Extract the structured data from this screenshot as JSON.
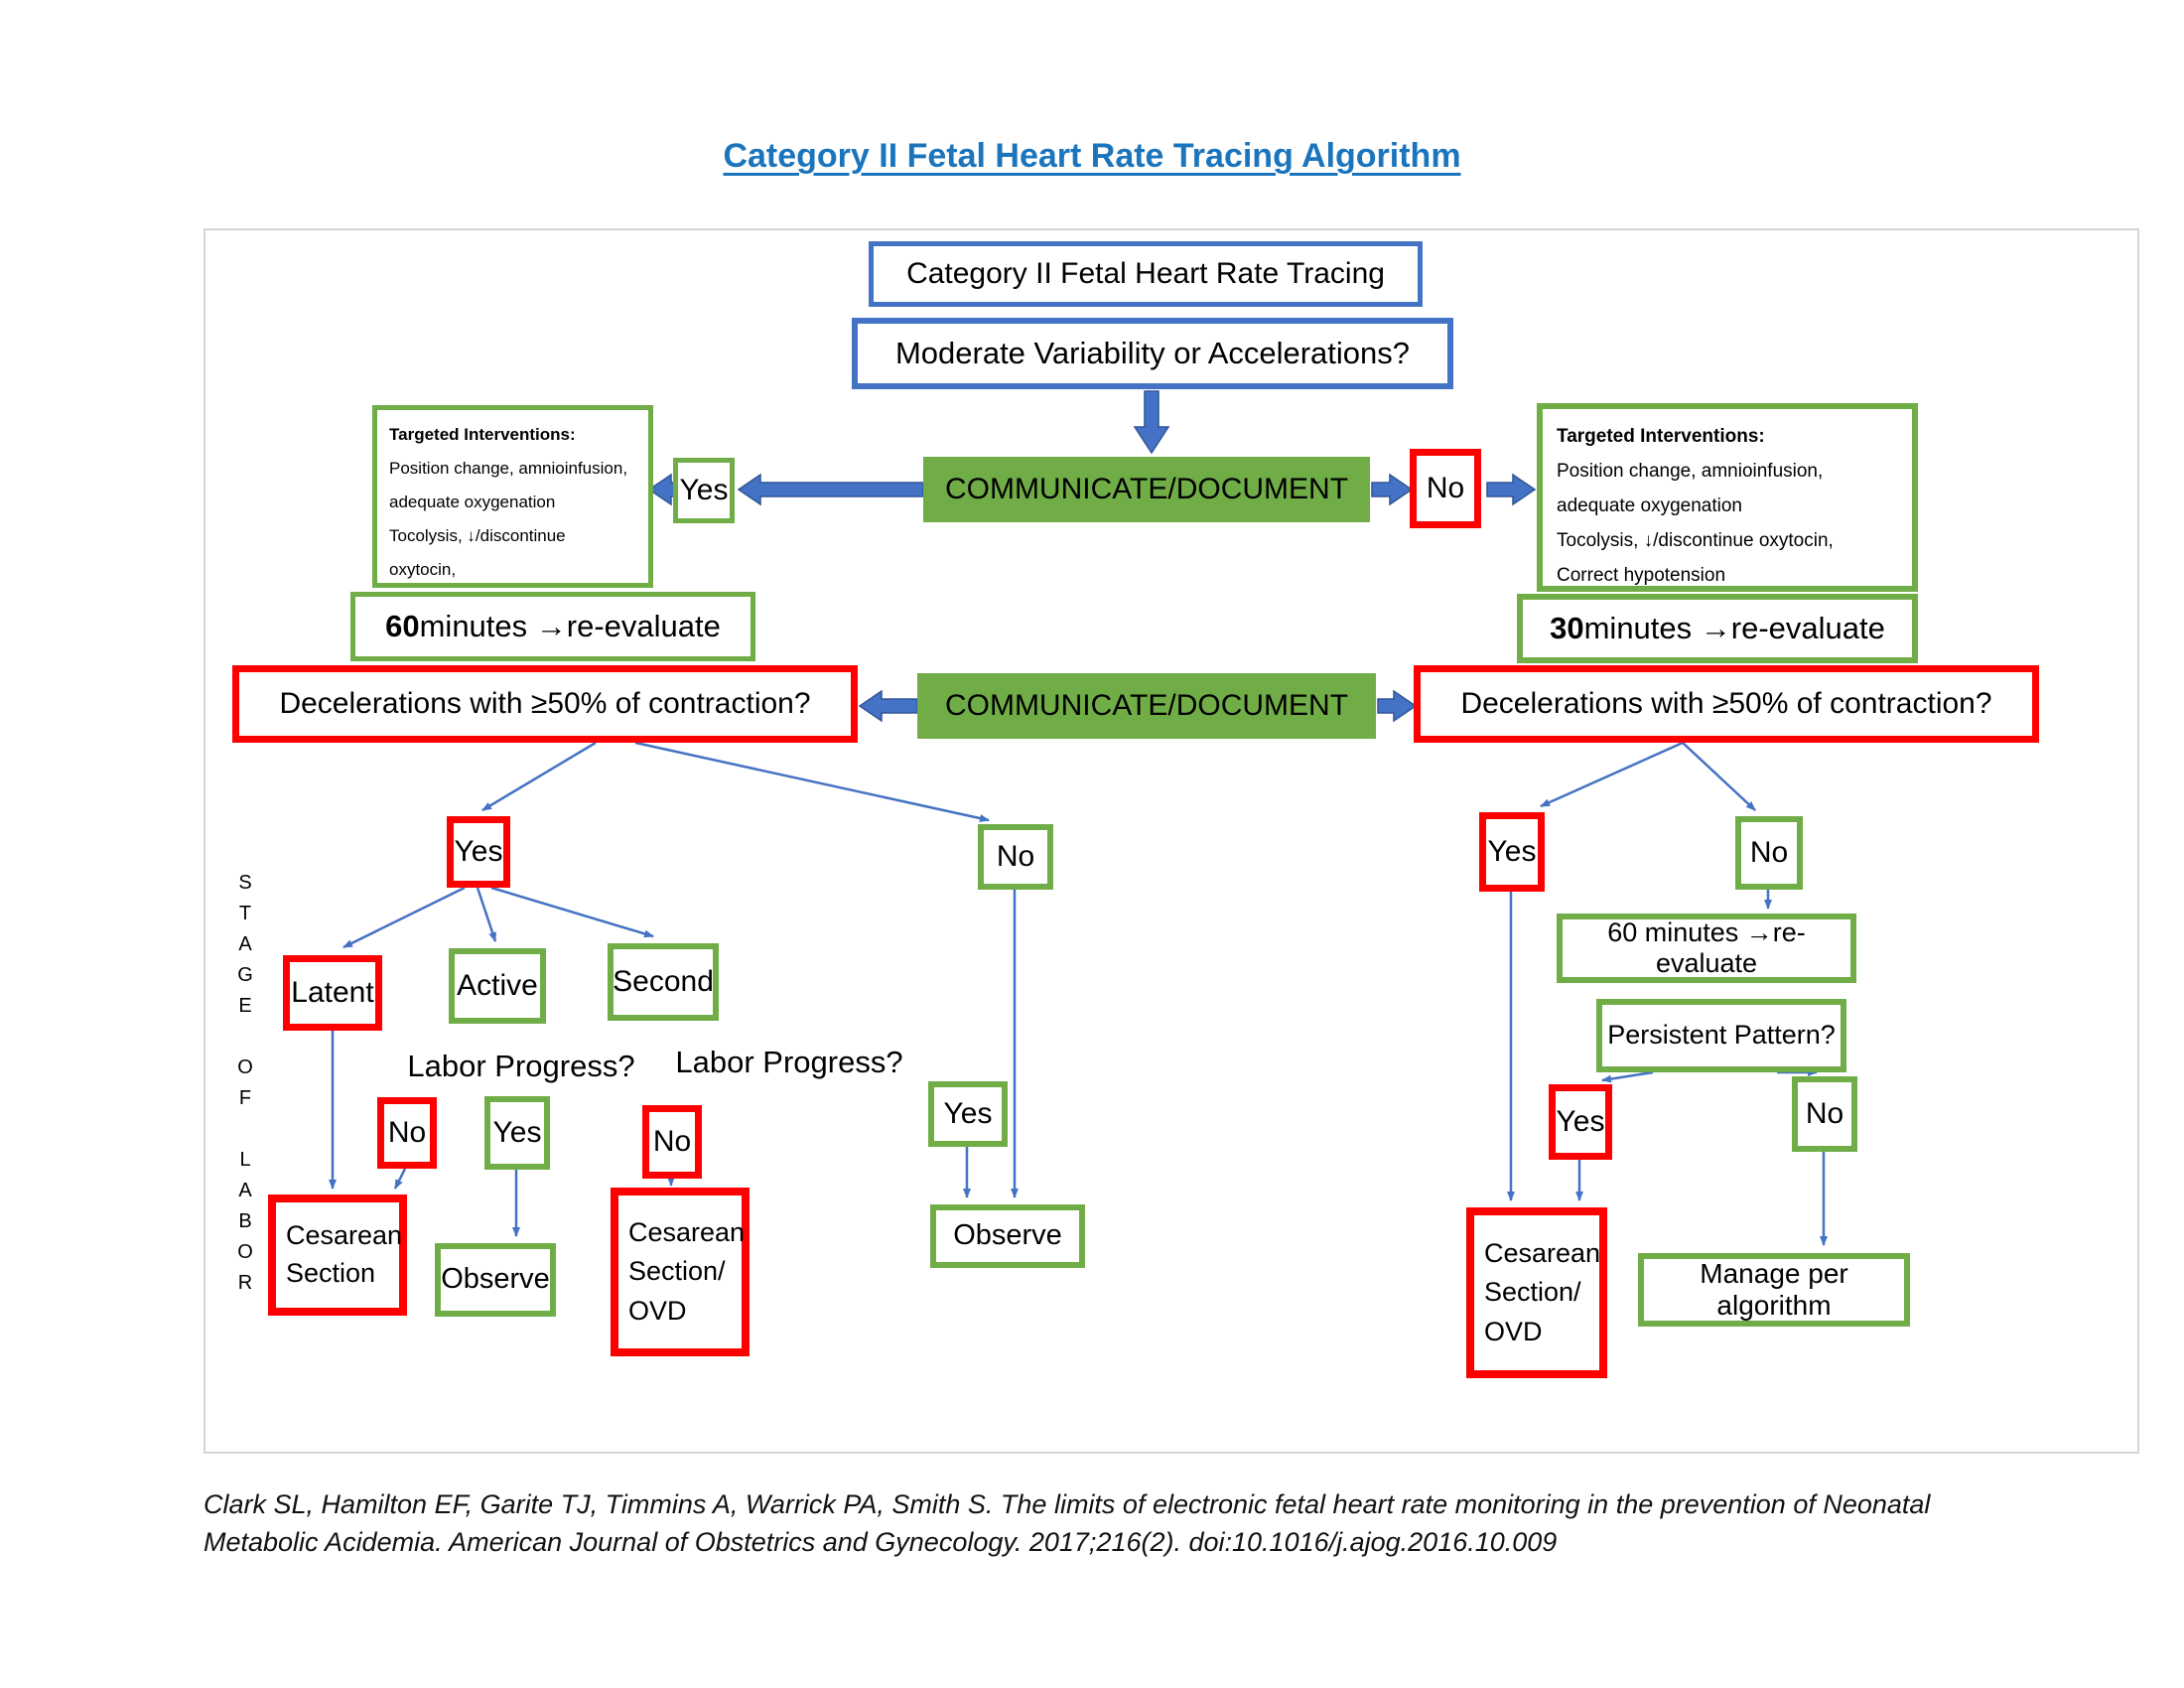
{
  "title": "Category II Fetal Heart Rate Tracing Algorithm",
  "colors": {
    "accent_blue": "#4472C4",
    "accent_green": "#70AD47",
    "accent_red": "#FF0000",
    "title_blue": "#1B75BC"
  },
  "nodes": {
    "start": "Category II Fetal Heart Rate Tracing",
    "variability_question": "Moderate Variability or Accelerations?",
    "communicate": "COMMUNICATE/DOCUMENT",
    "decelerations_question": "Decelerations with ≥50% of contraction?",
    "persistent_pattern": "Persistent Pattern?",
    "reevaluate_60_right": "60 minutes →re-evaluate",
    "manage": "Manage per algorithm",
    "observe": "Observe",
    "cesarean_section": "Cesarean Section",
    "cesarean_ovd": "Cesarean Section/ OVD",
    "latent": "Latent",
    "active": "Active",
    "second": "Second",
    "labor_progress": "Labor Progress?"
  },
  "labels": {
    "yes": "Yes",
    "no": "No"
  },
  "interventions": {
    "heading": "Targeted Interventions:",
    "lines": [
      "Position change, amnioinfusion,",
      "adequate oxygenation",
      "Tocolysis, ↓/discontinue oxytocin,",
      "Correct hypotension"
    ]
  },
  "reevaluate_left": {
    "num": "60",
    "rest": " minutes →re-evaluate"
  },
  "reevaluate_right": {
    "num": "30",
    "rest": " minutes →re-evaluate"
  },
  "stage_of_labor": [
    "S",
    "T",
    "A",
    "G",
    "E",
    "",
    "O",
    "F",
    "",
    "L",
    "A",
    "B",
    "O",
    "R"
  ],
  "citation": {
    "line1": "Clark SL, Hamilton EF, Garite TJ, Timmins A, Warrick PA, Smith S. The limits of electronic fetal heart rate monitoring in the prevention of Neonatal",
    "line2": "Metabolic Acidemia. American Journal of Obstetrics and Gynecology. 2017;216(2). doi:10.1016/j.ajog.2016.10.009"
  }
}
